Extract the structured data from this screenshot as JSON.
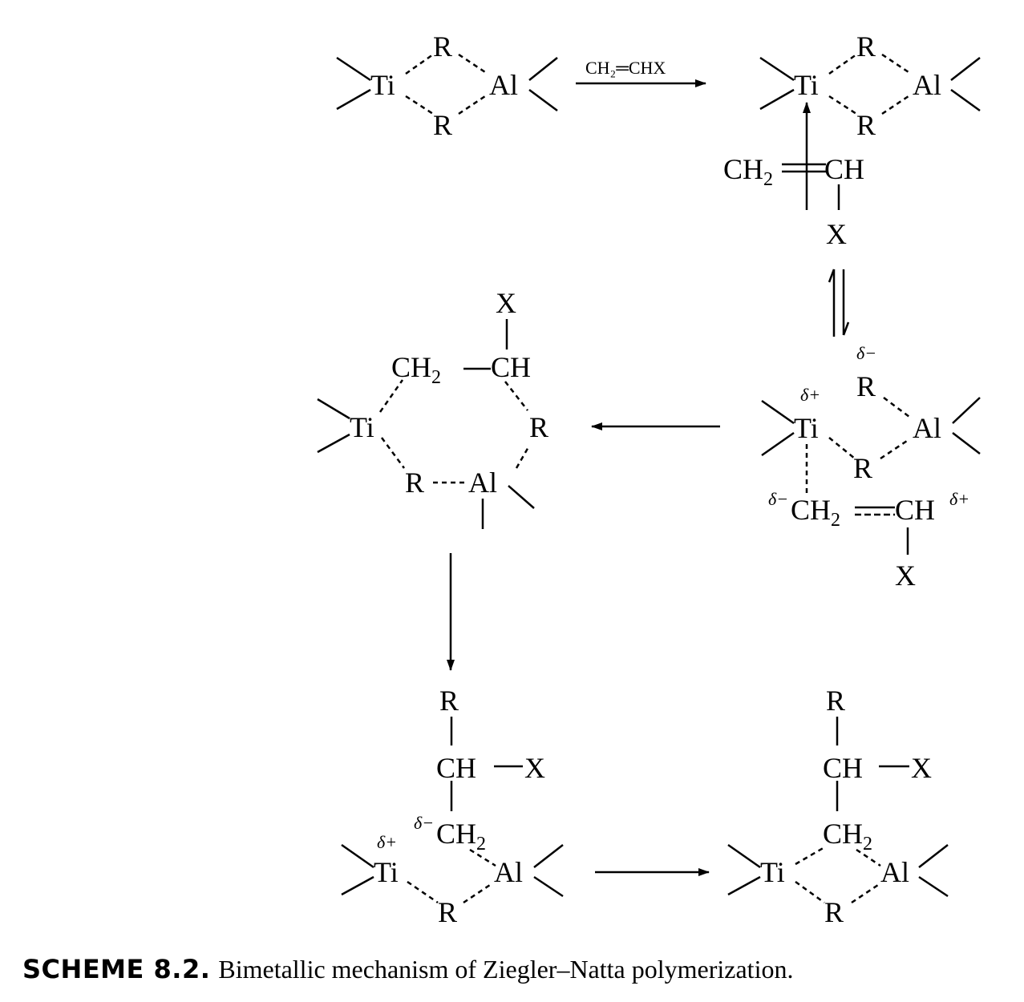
{
  "labels": {
    "ti": "Ti",
    "al": "Al",
    "r": "R",
    "x": "X",
    "ch": "CH",
    "ch2": "CH",
    "two": "2",
    "delta_plus": "δ+",
    "delta_minus": "δ−",
    "reagent": "CH₂═CHX"
  },
  "caption": {
    "label": "SCHEME 8.2.",
    "text": "Bimetallic mechanism of Ziegler–Natta polymerization."
  },
  "colors": {
    "ink": "#000000",
    "paper": "#ffffff"
  }
}
